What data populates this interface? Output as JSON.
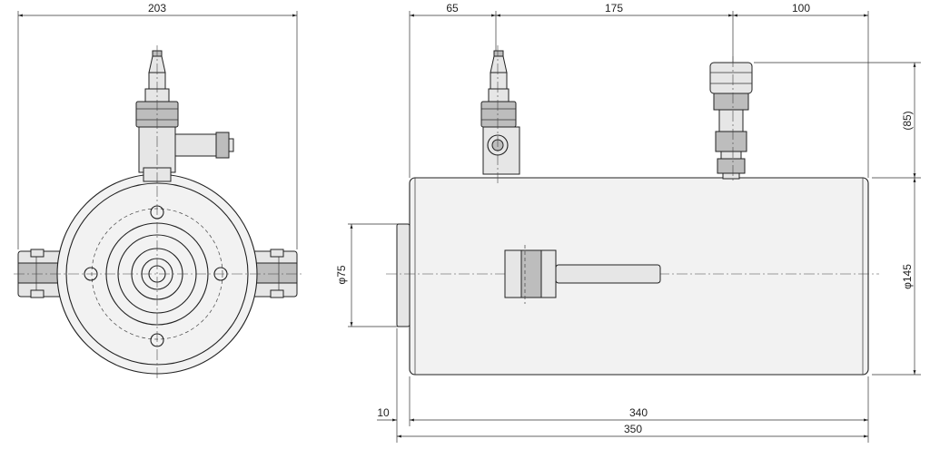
{
  "dimensions": {
    "front_width": "203",
    "len_65": "65",
    "len_175": "175",
    "len_100": "100",
    "height_85": "(85)",
    "dia_75": "φ75",
    "dia_145": "φ145",
    "len_10": "10",
    "len_340": "340",
    "len_350": "350"
  },
  "colors": {
    "line": "#222222",
    "fill": "#f2f2f2",
    "metal": "#e6e6e6"
  }
}
